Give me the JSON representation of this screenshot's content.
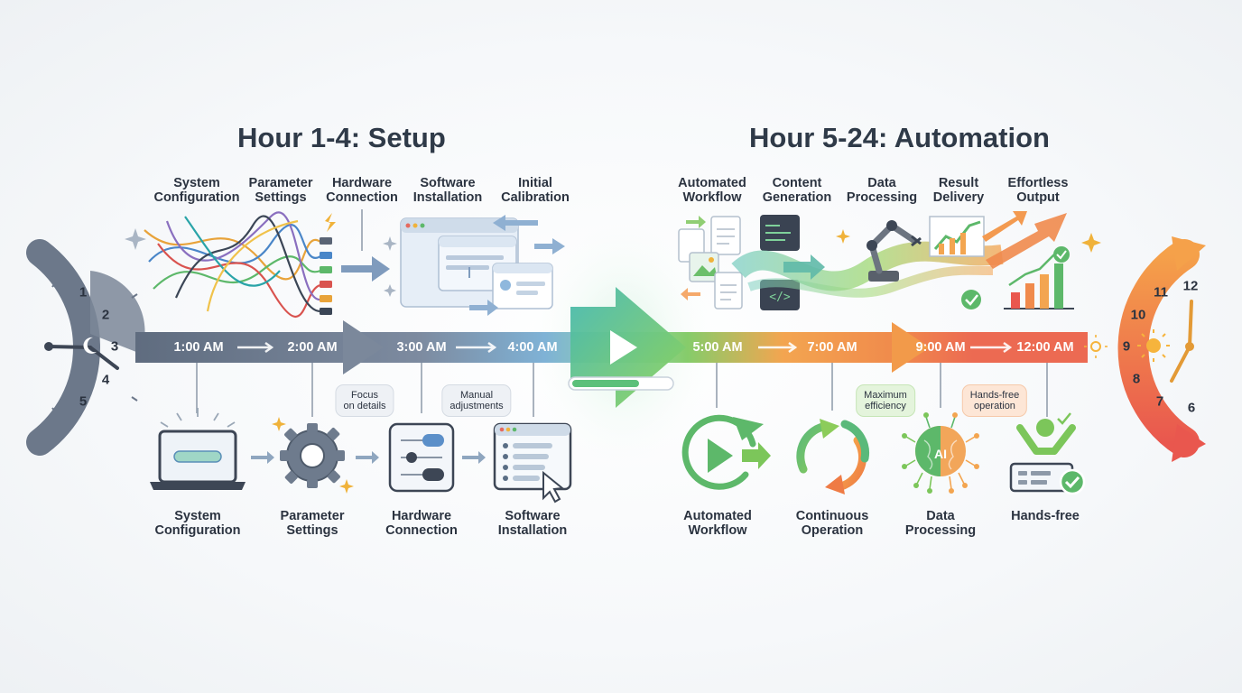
{
  "titles": {
    "setup": "Hour 1-4: Setup",
    "automation": "Hour 5-24: Automation"
  },
  "setup_top_labels": [
    "System\nConfiguration",
    "Parameter\nSettings",
    "Hardware\nConnection",
    "Software\nInstallation",
    "Initial\nCalibration"
  ],
  "setup_bottom_labels": [
    "System\nConfiguration",
    "Parameter\nSettings",
    "Hardware\nConnection",
    "Software\nInstallation"
  ],
  "auto_top_labels": [
    "Automated\nWorkflow",
    "Content\nGeneration",
    "Data\nProcessing",
    "Result\nDelivery",
    "Effortless\nOutput"
  ],
  "auto_bottom_labels": [
    "Automated\nWorkflow",
    "Continuous\nOperation",
    "Data\nProcessing",
    "Hands-free"
  ],
  "times": [
    "1:00 AM",
    "2:00 AM",
    "3:00 AM",
    "4:00 AM",
    "5:00 AM",
    "7:00 AM",
    "9:00 AM",
    "12:00 AM"
  ],
  "bubbles": {
    "focus": "Focus\non details",
    "manual": "Manual\nadjustments",
    "maximum": "Maximum\nefficiency",
    "handsfree": "Hands-free\noperation"
  },
  "clock_left_numbers": [
    "1",
    "2",
    "3",
    "4",
    "5"
  ],
  "clock_right_numbers": [
    "12",
    "11",
    "10",
    "9",
    "8",
    "7",
    "6"
  ],
  "ai_badge": "AI",
  "colors": {
    "setup": "#6f7d90",
    "transition": "#5cc4a0",
    "auto_green": "#7cc65a",
    "auto_orange": "#f6a048",
    "auto_red": "#ec6a52"
  }
}
